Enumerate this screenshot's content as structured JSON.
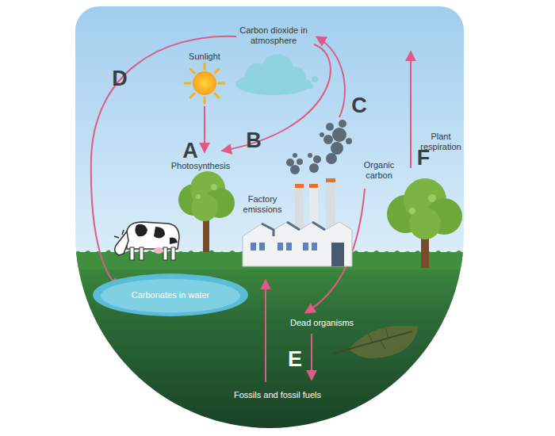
{
  "diagram": {
    "nodes": [
      {
        "text": [
          "Carbonates in water"
        ]
      }
    ],
    "labels": [
      "Carbon dioxide in atmosphere",
      "Sunlight",
      "A",
      "Photosynthesis",
      "B",
      "C",
      "D",
      "Factory emissions",
      "Organic carbon",
      "Plant respiration",
      "F",
      "Dead organisms",
      "E",
      "Fossils and fossil fuels"
    ]
  }
}
